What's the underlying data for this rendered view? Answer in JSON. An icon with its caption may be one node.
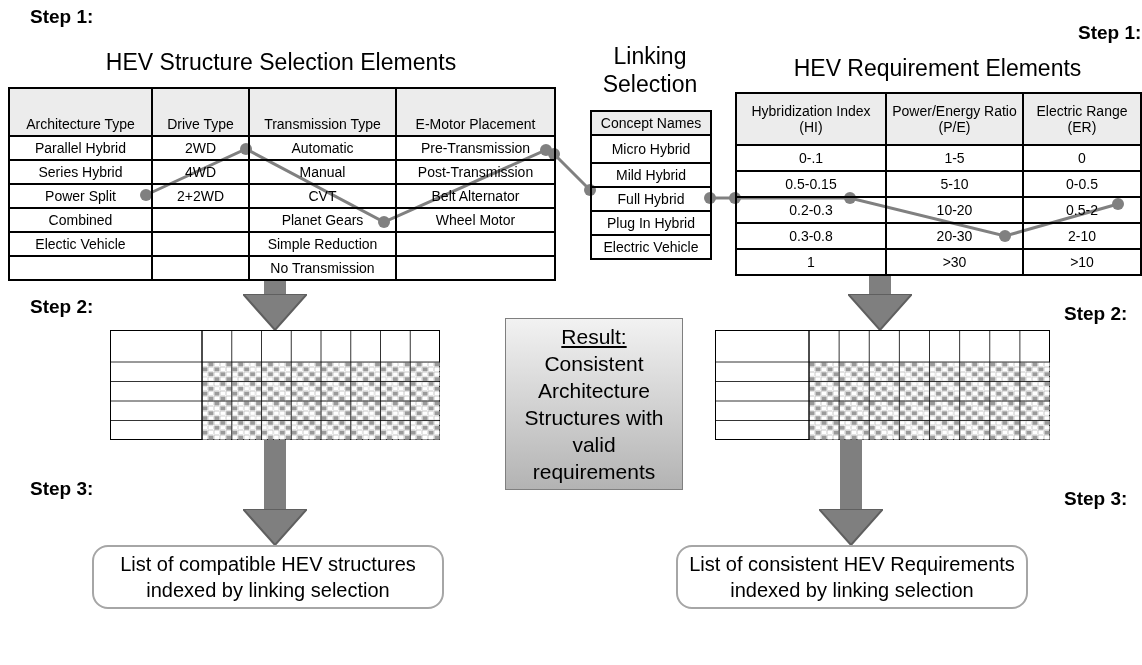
{
  "diagram": {
    "nodes": [
      {
        "text": [
          "HEV Structure Selection Elements",
          "Architecture Type",
          "Drive Type",
          "Transmission Type",
          "E-Motor Placement",
          "Parallel Hybrid",
          "2WD",
          "Automatic",
          "Pre-Transmission",
          "Series Hybrid",
          "4WD",
          "Manual",
          "Post-Transmission",
          "Power Split",
          "2+2WD",
          "CVT",
          "Belt Alternator",
          "Combined",
          "Planet Gears",
          "Wheel Motor",
          "Electic Vehicle",
          "Simple Reduction",
          "No Transmission"
        ]
      },
      {
        "text": [
          "Linking Selection",
          "Concept Names",
          "Micro Hybrid",
          "Mild Hybrid",
          "Full Hybrid",
          "Plug In Hybrid",
          "Electric Vehicle"
        ]
      },
      {
        "text": [
          "HEV Requirement Elements",
          "Hybridization Index (HI)",
          "Power/Energy Ratio (P/E)",
          "Electric Range (ER)",
          "0-.1",
          "1-5",
          "0",
          "0.5-0.15",
          "5-10",
          "0-0.5",
          "0.2-0.3",
          "10-20",
          "0.5-2",
          "0.3-0.8",
          "20-30",
          "2-10",
          "1",
          ">30",
          ">10"
        ]
      },
      {
        "text": [],
        "shape": "picture"
      },
      {
        "text": [
          "Result:",
          "Consistent Architecture Structures with valid requirements"
        ]
      },
      {
        "text": [],
        "shape": "picture"
      },
      {
        "text": [
          "List of compatible HEV structures indexed by linking selection"
        ]
      },
      {
        "text": [
          "List of consistent HEV Requirements indexed by linking selection"
        ]
      }
    ],
    "edges": [
      {
        "from": 0,
        "to": 1,
        "arrow": "other"
      },
      {
        "from": 1,
        "to": 2,
        "arrow": "other"
      },
      {
        "from": 0,
        "to": 3,
        "arrow": "to"
      },
      {
        "from": 3,
        "to": 6,
        "arrow": "to"
      },
      {
        "from": 2,
        "to": 5,
        "arrow": "to"
      },
      {
        "from": 5,
        "to": 7,
        "arrow": "to"
      }
    ],
    "labels": [
      "Step 1:",
      "Step 1:",
      "Step 2:",
      "Step 2:",
      "Step 3:",
      "Step 3:"
    ]
  }
}
